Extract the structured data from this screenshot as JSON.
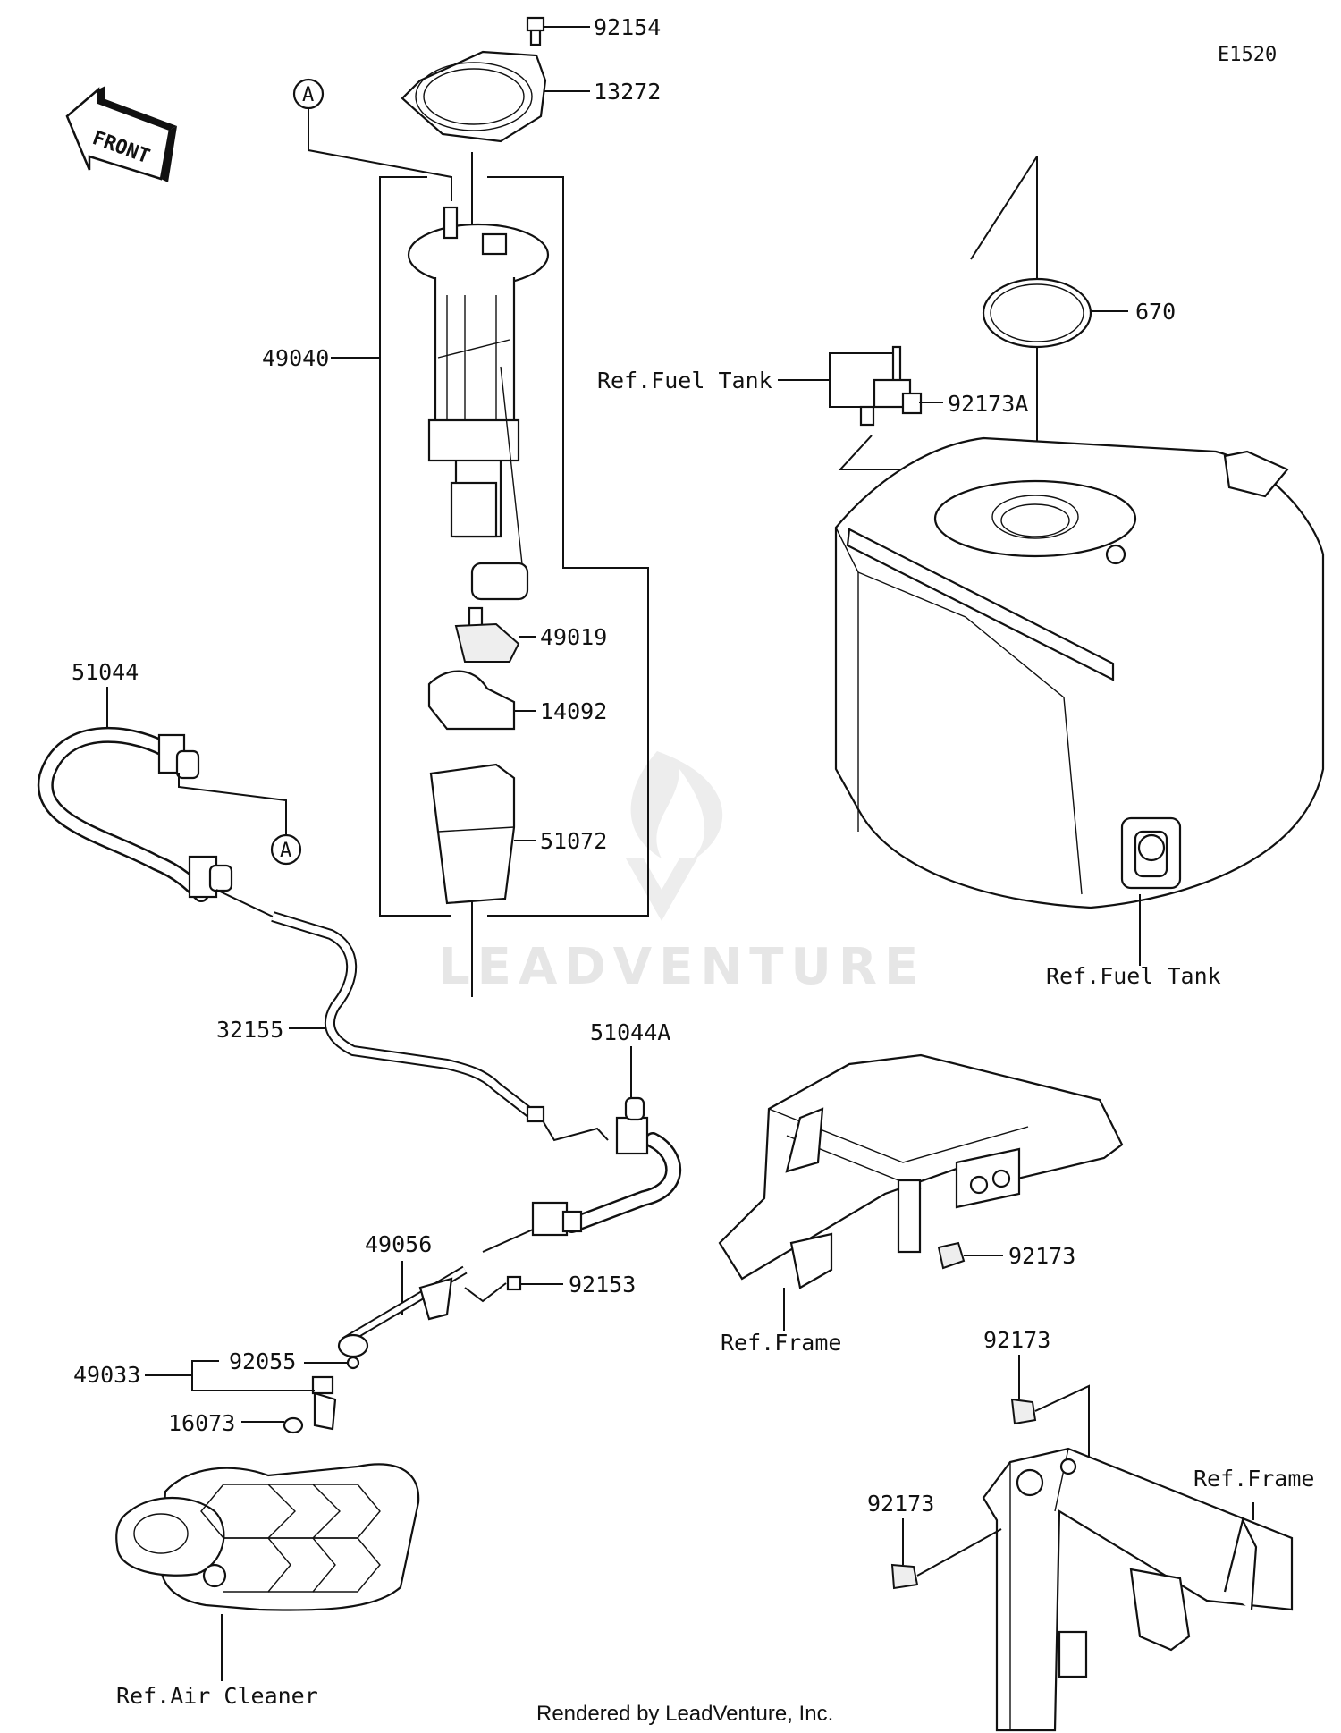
{
  "diagram_code": "E1520",
  "front_label": "FRONT",
  "watermark": "LEADVENTURE",
  "footer": "Rendered by LeadVenture, Inc.",
  "callouts": {
    "ref_a_top": "A",
    "ref_a_hose": "A"
  },
  "parts": {
    "p92154": "92154",
    "p13272": "13272",
    "p49040": "49040",
    "p49019": "49019",
    "p14092": "14092",
    "p51072": "51072",
    "p670": "670",
    "p92173A": "92173A",
    "p51044": "51044",
    "p32155": "32155",
    "p51044A": "51044A",
    "p49056": "49056",
    "p92153": "92153",
    "p49033": "49033",
    "p92055": "92055",
    "p16073": "16073",
    "p92173_frame": "92173",
    "p92173_lower_top": "92173",
    "p92173_lower_left": "92173"
  },
  "references": {
    "fuel_tank_upper": "Ref.Fuel Tank",
    "fuel_tank_lower": "Ref.Fuel Tank",
    "frame_mid": "Ref.Frame",
    "frame_lower": "Ref.Frame",
    "air_cleaner": "Ref.Air Cleaner"
  }
}
